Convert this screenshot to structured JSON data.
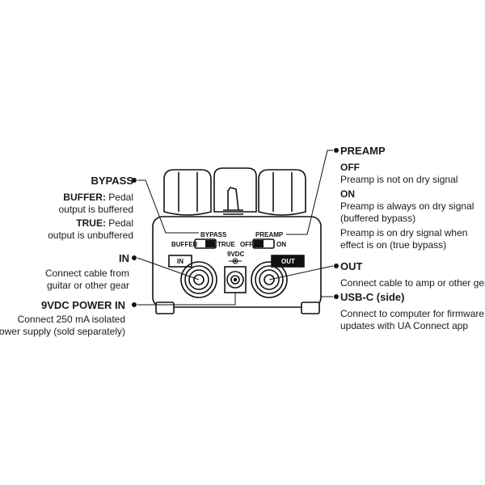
{
  "bypass": {
    "heading": "BYPASS",
    "buffer_label": "BUFFER:",
    "buffer_text_1": "Pedal",
    "buffer_text_2": "output is buffered",
    "true_label": "TRUE:",
    "true_text_1": "Pedal",
    "true_text_2": "output is unbuffered"
  },
  "in": {
    "heading": "IN",
    "line1": "Connect cable from",
    "line2": "guitar or other gear"
  },
  "power": {
    "heading": "9VDC POWER IN",
    "line1": "Connect 250 mA isolated",
    "line2": "power supply (sold separately)"
  },
  "preamp": {
    "heading": "PREAMP",
    "off_label": "OFF",
    "off_text": "Preamp is not on dry signal",
    "on_label": "ON",
    "on_text_1": "Preamp is always on dry signal",
    "on_text_2": "(buffered bypass)",
    "on_text_3": "Preamp is on dry signal when",
    "on_text_4": "effect is on (true bypass)"
  },
  "out": {
    "heading": "OUT",
    "line1": "Connect cable to amp or other gear"
  },
  "usb": {
    "heading": "USB-C (side)",
    "line1": "Connect to computer for firmware",
    "line2": "updates with UA Connect app"
  },
  "panel": {
    "bypass": "BYPASS",
    "buffer": "BUFFER",
    "true": "TRUE",
    "preamp": "PREAMP",
    "off": "OFF",
    "on": "ON",
    "in": "IN",
    "dc": "9VDC",
    "out": "OUT"
  },
  "colors": {
    "ink": "#1a1a1a",
    "line": "#111111",
    "background": "#ffffff"
  }
}
